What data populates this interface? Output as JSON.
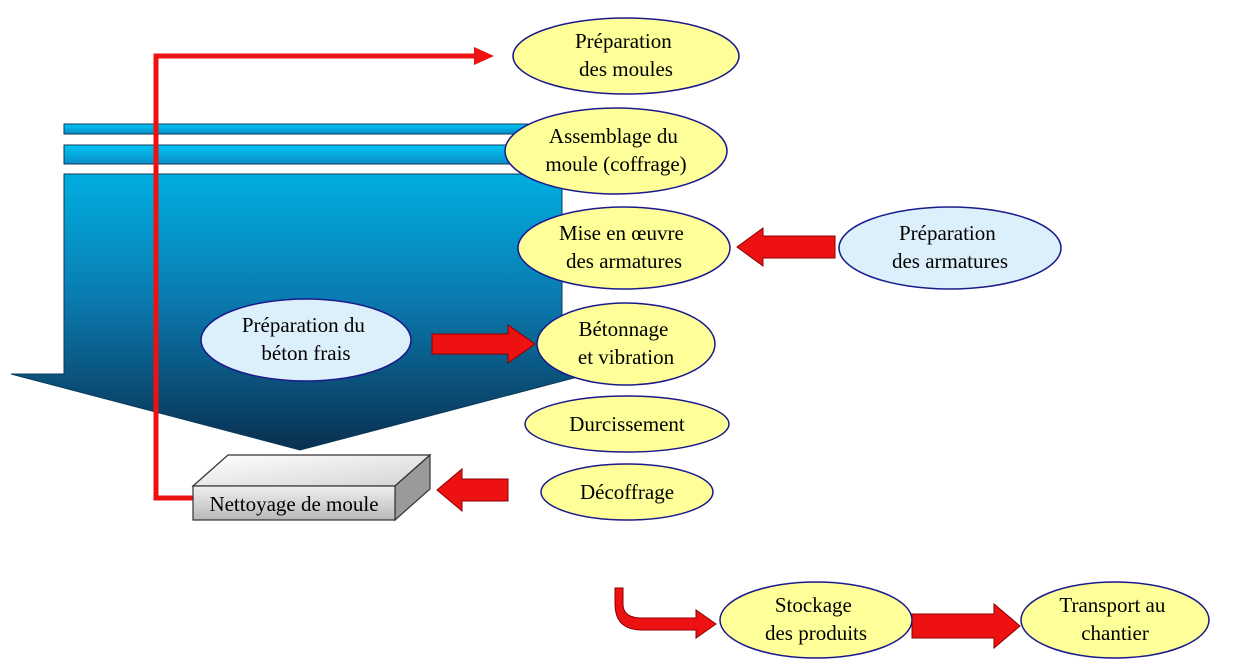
{
  "diagram": {
    "steps": [
      {
        "id": "preparation-moules",
        "lines": [
          "Préparation",
          "des moules"
        ]
      },
      {
        "id": "assemblage-moule",
        "lines": [
          "Assemblage du",
          "moule (coffrage)"
        ]
      },
      {
        "id": "mise-en-oeuvre-armatures",
        "lines": [
          "Mise en œuvre",
          "des armatures"
        ]
      },
      {
        "id": "betonnage-vibration",
        "lines": [
          "Bétonnage",
          "et vibration"
        ]
      },
      {
        "id": "durcissement",
        "lines": [
          "Durcissement"
        ]
      },
      {
        "id": "decoffrage",
        "lines": [
          "Décoffrage"
        ]
      },
      {
        "id": "stockage-produits",
        "lines": [
          "Stockage",
          "des produits"
        ]
      },
      {
        "id": "transport-chantier",
        "lines": [
          "Transport  au",
          "chantier"
        ]
      }
    ],
    "inputs": [
      {
        "id": "preparation-armatures",
        "lines": [
          "Préparation",
          "des armatures"
        ]
      },
      {
        "id": "preparation-beton",
        "lines": [
          "Préparation du",
          "béton frais"
        ]
      }
    ],
    "cleaning_box": {
      "label": "Nettoyage de moule"
    },
    "colors": {
      "step_fill": "#ffff99",
      "input_fill": "#dcf0fb",
      "outline": "#1a1a8c",
      "arrow_red": "#ee1111",
      "funnel_top": "#00aadd",
      "funnel_bottom": "#0a2f4f"
    }
  }
}
